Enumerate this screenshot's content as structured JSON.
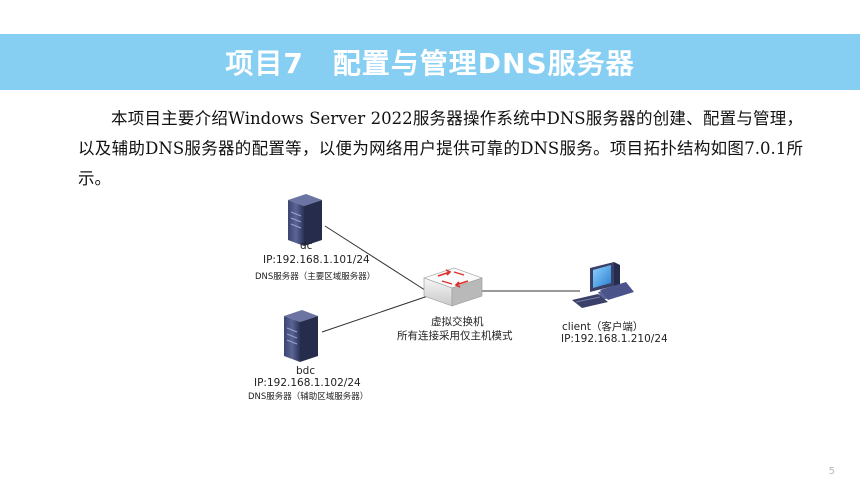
{
  "slide": {
    "title": "项目7　配置与管理DNS服务器",
    "intro": "本项目主要介绍Windows Server 2022服务器操作系统中DNS服务器的创建、配置与管理，以及辅助DNS服务器的配置等，以便为网络用户提供可靠的DNS服务。项目拓扑结构如图7.0.1所示。",
    "page_number": "5"
  },
  "diagram": {
    "dc": {
      "name": "dc",
      "ip": "IP:192.168.1.101/24",
      "role": "DNS服务器（主要区域服务器）",
      "icon": "server-tower-icon"
    },
    "bdc": {
      "name": "bdc",
      "ip": "IP:192.168.1.102/24",
      "role": "DNS服务器（辅助区域服务器）",
      "icon": "server-tower-icon"
    },
    "switch": {
      "name": "虚拟交换机",
      "mode": "所有连接采用仅主机模式",
      "icon": "network-switch-icon"
    },
    "client": {
      "name": "client（客户端）",
      "ip": "IP:192.168.1.210/24",
      "icon": "desktop-computer-icon"
    }
  },
  "colors": {
    "title_bar": "#87cef3",
    "title_text": "#ffffff",
    "accent_red": "#d9302c"
  }
}
